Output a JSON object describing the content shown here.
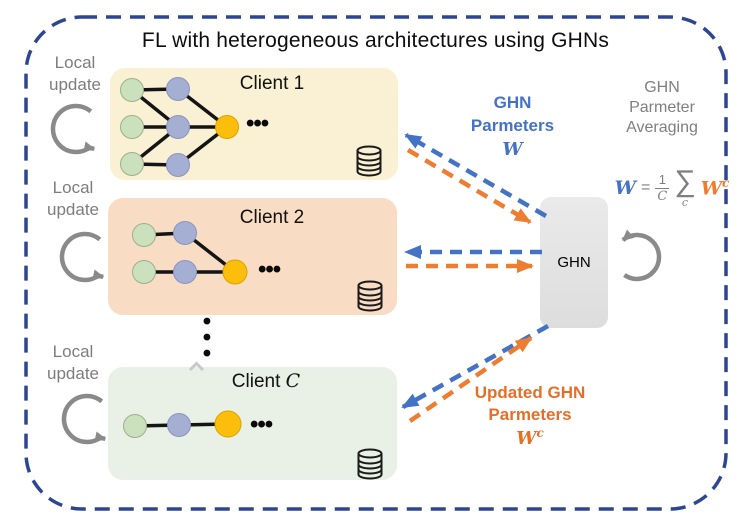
{
  "title": "FL with heterogeneous architectures using GHNs",
  "local_update": {
    "line1": "Local",
    "line2": "update"
  },
  "clients": [
    {
      "name": "Client 1"
    },
    {
      "name": "Client 2"
    },
    {
      "name_prefix": "Client",
      "name_symbol": "C"
    }
  ],
  "dots": {
    "ellipsis": "•••",
    "vertical": [
      "•",
      "•",
      "•"
    ]
  },
  "ghn_box": {
    "label": "GHN"
  },
  "labels": {
    "ghn_params": {
      "line1": "GHN",
      "line2": "Parmeters",
      "symbol": "W"
    },
    "ghn_averaging": {
      "line1": "GHN",
      "line2": "Parmeter",
      "line3": "Averaging"
    },
    "updated_params": {
      "line1": "Updated GHN",
      "line2": "Parmeters",
      "symbol_base": "W",
      "symbol_sup": "c"
    },
    "formula": {
      "lhs": "W",
      "equals": "=",
      "numerator": "1",
      "denominator": "C",
      "sigma": "∑",
      "sigma_sub": "c",
      "rhs_base": "W",
      "rhs_sup": "c"
    }
  },
  "colors": {
    "arrow_blue": "#4472C4",
    "arrow_orange": "#ED7D31",
    "text_orange": "#E66F28",
    "text_gray": "#7F7F7F",
    "border_navy": "#2E4692",
    "client1_bg": "#FAF0D3",
    "client2_bg": "#F9DCC4",
    "clientC_bg": "#E9F0E5",
    "ghn_bg": "#E4E4E4",
    "node_green": "#CBE0BD",
    "node_blue": "#A5AFD4",
    "node_yellow": "#FCBE0A"
  }
}
